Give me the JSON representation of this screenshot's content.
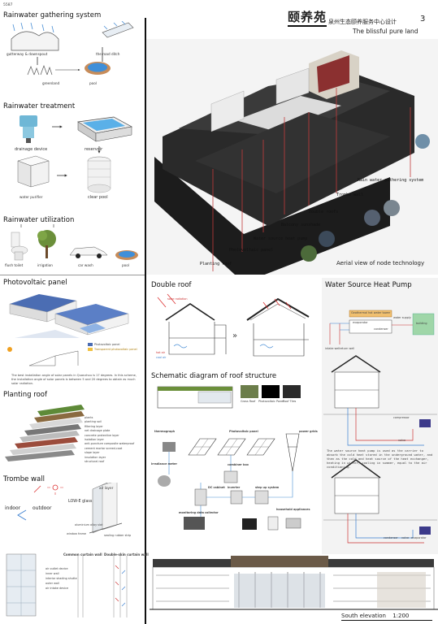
{
  "page_id": "5587",
  "header": {
    "logo_text": "颐养苑",
    "title_cn": "泉州生态颐养服务中心设计",
    "sheet_number": "3",
    "subtitle": "The blissful pure land"
  },
  "rainwater_gathering": {
    "title": "Rainwater gathering system",
    "items": [
      "gutterway & downspout",
      "the road ditch",
      "greenland",
      "pool"
    ]
  },
  "rainwater_treatment": {
    "title": "Rainwater treatment",
    "items": [
      "drainage device",
      "reservoir",
      "water purifier",
      "clear pool"
    ]
  },
  "rainwater_utilization": {
    "title": "Rainwater utilization",
    "items": [
      "flush toilet",
      "irrigation",
      "car wash",
      "pool"
    ]
  },
  "aerial": {
    "caption": "Aerial view of node technology",
    "labels": [
      "Rain water gathering system",
      "Trombe wall",
      "Double roofs",
      "Balcony sunshade",
      "Water source heat pump",
      "Photovoltaic panel",
      "Planting roof"
    ]
  },
  "photovoltaic": {
    "title": "Photovoltaic panel",
    "legend": [
      "Photovoltaic panel",
      "Transparent photovoltaic panel"
    ],
    "note": "The best installation angle of solar panels in Quanzhou is 17 degrees. In this scheme, the installation angle of solar panels is between 5 and 20 degrees to obtain as much solar radiation."
  },
  "planting_roof": {
    "title": "Planting roof",
    "layers": [
      "plants",
      "planting soil",
      "filtering layer",
      "net drainage plate",
      "concrete protective layer",
      "isolation layer",
      "anti-puncture composite waterproof",
      "cement mortar screed-coat",
      "slope layer",
      "insulation layer",
      "structural roof"
    ]
  },
  "trombe": {
    "title": "Trombe wall",
    "labels": [
      "air layer",
      "LOW-E glass",
      "indoor",
      "outdoor",
      "aluminium alloy slot",
      "window frame",
      "sealing rubber strip"
    ]
  },
  "curtain": {
    "labels": [
      "Common curtain wall",
      "Double-skin curtain wall",
      "air outlet device",
      "inner wall",
      "interior shading shutte",
      "outer wall",
      "air intake device"
    ]
  },
  "double_roof": {
    "title": "Double roof",
    "labels": [
      "solar radiation",
      "hot air",
      "cool air"
    ]
  },
  "roof_structure": {
    "title": "Schematic diagram of roof structure",
    "labels": [
      "Grass Roof",
      "Photovoltaic Panel",
      "Roof Tiles"
    ]
  },
  "pv_system": {
    "labels": [
      "thermograph",
      "Photovoltaic panel",
      "power grids",
      "irradiance meter",
      "combiner box",
      "DC cabinet",
      "inverter",
      "step up system",
      "monitoring data collector",
      "household appliances"
    ]
  },
  "heat_pump": {
    "title": "Water Source Heat Pump",
    "labels": [
      "Geothermal hot water tower",
      "water supply",
      "building",
      "evaporator",
      "condenser",
      "intake well",
      "return well",
      "compressor",
      "valve",
      "condenser",
      "valve",
      "evaporator"
    ],
    "note": "The water source heat pump is used as the carrier to absorb the cold heat stored in the underground water, and then as the cold and heat source of the heat exchanger, heating in winter, cooling in summer, equal to the air conditioning."
  },
  "elevation": {
    "caption": "South elevation",
    "scale": "1:200"
  },
  "colors": {
    "accent_red": "#c23b3b",
    "sky_blue": "#4a8fd6",
    "purple_band": "#3c3a8a"
  }
}
